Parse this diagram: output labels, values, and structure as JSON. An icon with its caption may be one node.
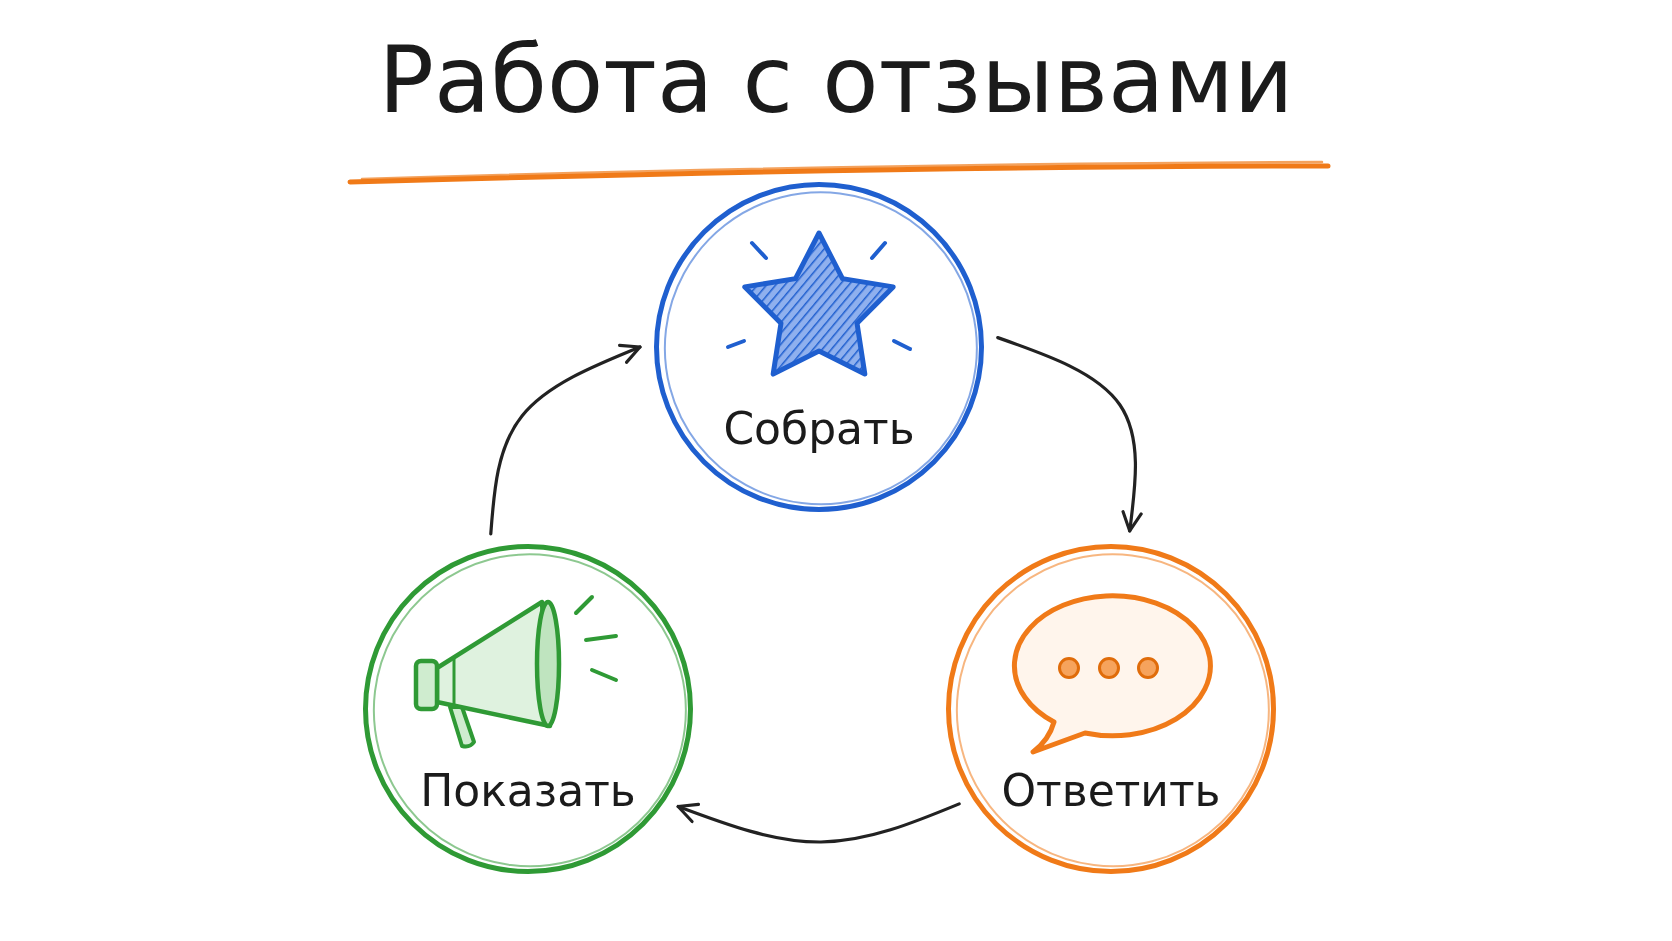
{
  "diagram": {
    "title": "Работа с отзывами",
    "nodes": [
      {
        "text": [
          "Собрать"
        ]
      },
      {
        "text": [
          "Показать"
        ]
      },
      {
        "text": [
          "Ответить"
        ]
      }
    ],
    "edges": [
      {
        "from": 0,
        "to": 2,
        "arrow": "to"
      },
      {
        "from": 2,
        "to": 1,
        "arrow": "to"
      },
      {
        "from": 1,
        "to": 0,
        "arrow": "to"
      }
    ]
  }
}
